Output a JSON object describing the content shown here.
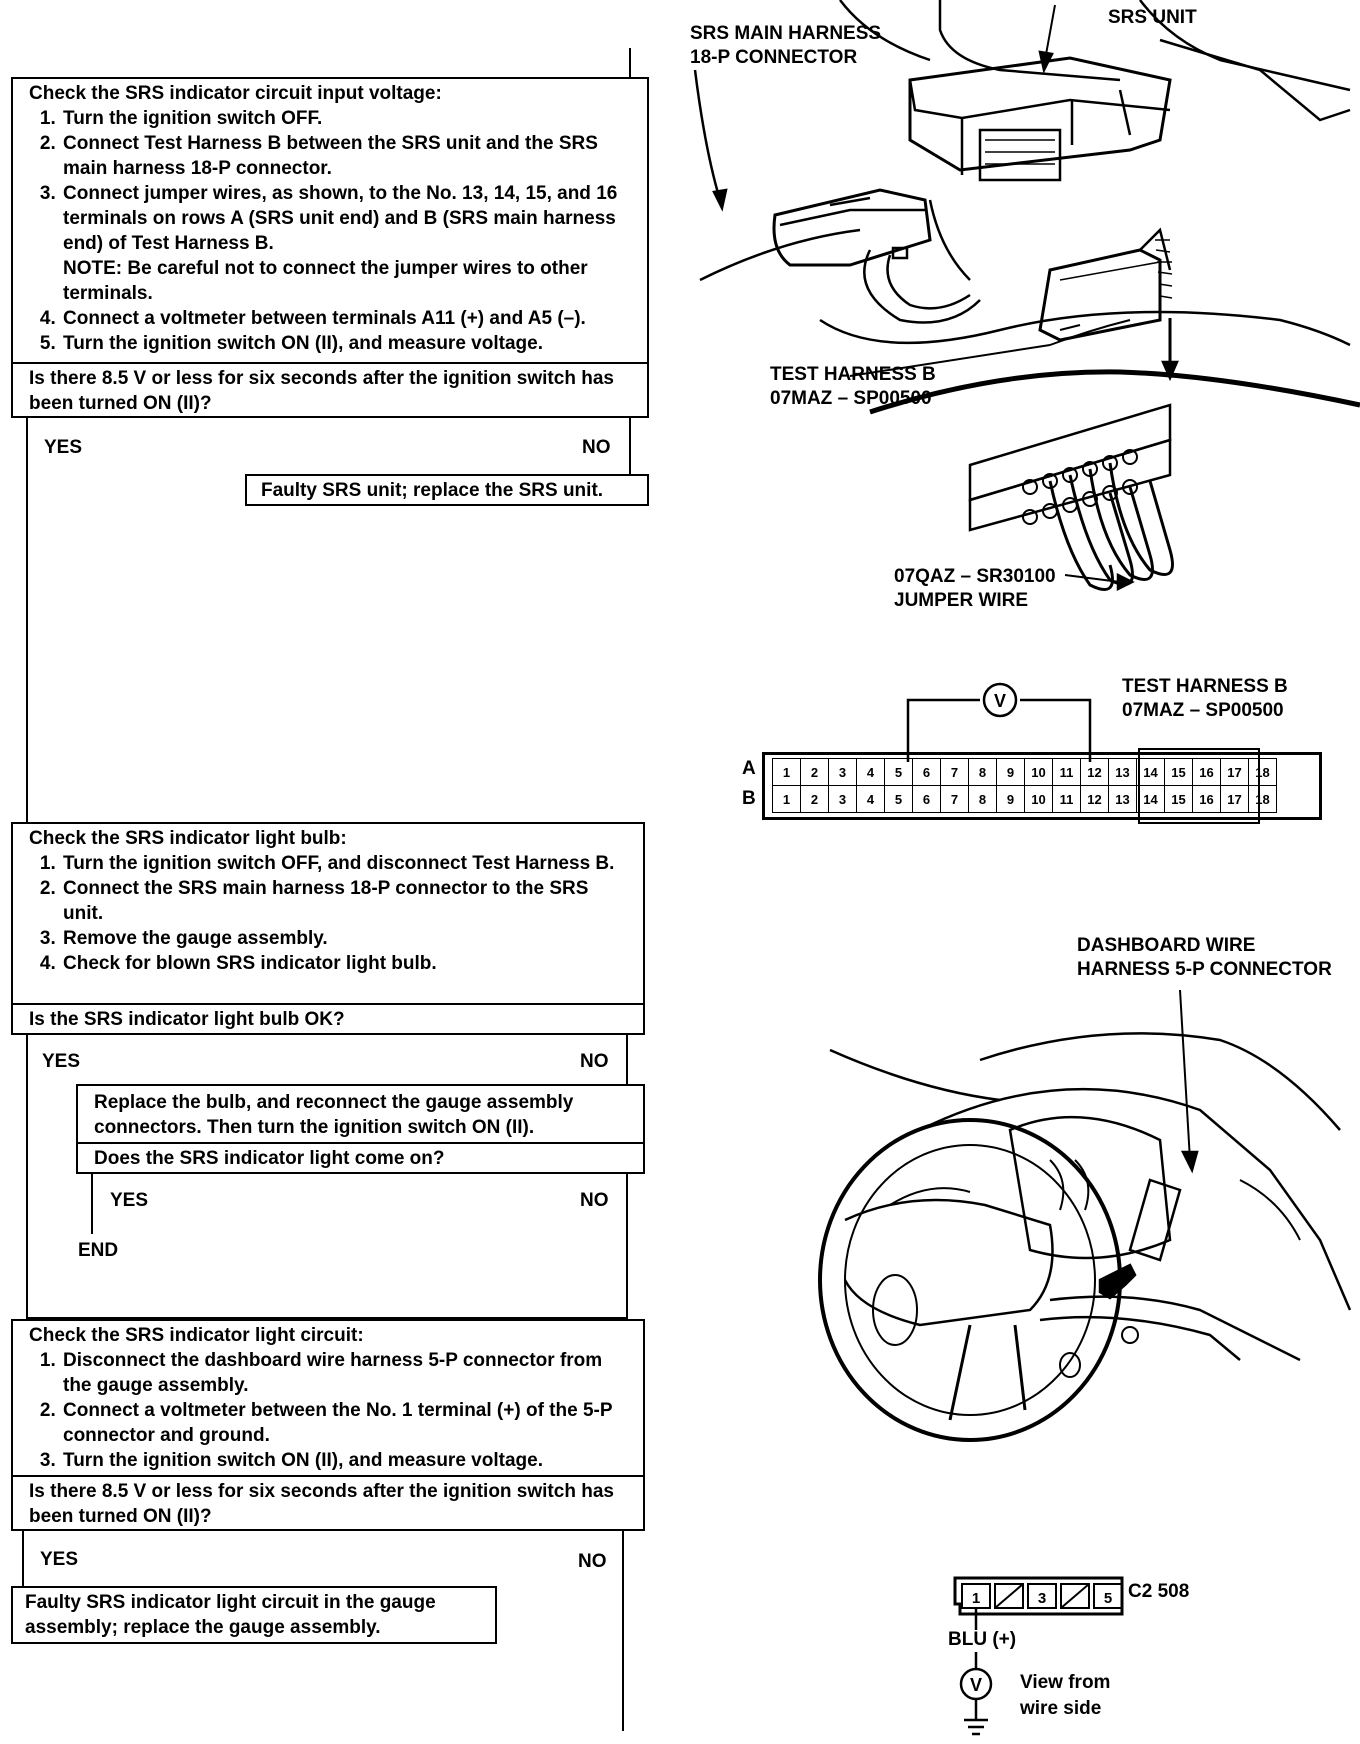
{
  "step1": {
    "title": "Check the SRS indicator circuit input voltage:",
    "items": [
      "Turn the ignition switch OFF.",
      "Connect Test Harness B between the SRS unit and the SRS main harness 18-P connector.",
      "Connect jumper wires, as shown, to the No. 13, 14, 15, and 16 terminals on rows A (SRS unit end) and B (SRS main harness end) of Test Harness B.",
      "Connect a voltmeter between terminals A11 (+) and A5 (–).",
      "Turn the ignition switch ON (II), and measure voltage."
    ],
    "note": "NOTE: Be careful not to connect the jumper wires to other terminals.",
    "question": "Is there 8.5 V or less for six seconds after the ignition switch has been turned ON (II)?",
    "yes": "YES",
    "no": "NO",
    "result_no": "Faulty SRS unit; replace the SRS unit."
  },
  "step2": {
    "title": "Check the SRS indicator light bulb:",
    "items": [
      "Turn the ignition switch OFF, and disconnect Test Harness B.",
      "Connect the SRS main harness 18-P connector to the SRS unit.",
      "Remove the gauge assembly.",
      "Check for blown SRS indicator light bulb."
    ],
    "question": "Is the SRS indicator light bulb OK?",
    "yes": "YES",
    "no": "NO",
    "sub_action": "Replace the bulb, and reconnect the gauge assembly connectors. Then turn the ignition switch ON (II).",
    "sub_question": "Does the SRS indicator light come on?",
    "sub_yes": "YES",
    "sub_no": "NO",
    "end": "END"
  },
  "step3": {
    "title": "Check the SRS indicator light circuit:",
    "items": [
      "Disconnect the dashboard wire harness 5-P connector from the gauge assembly.",
      "Connect a voltmeter between the No. 1 terminal (+) of the 5-P connector and ground.",
      "Turn the ignition switch ON (II), and measure voltage."
    ],
    "question": "Is there 8.5 V or less for six seconds after the ignition switch has been turned ON (II)?",
    "yes": "YES",
    "no": "NO",
    "result_yes": "Faulty SRS indicator light circuit in the gauge assembly; replace the gauge assembly."
  },
  "figure1": {
    "srs_main_harness": "SRS MAIN HARNESS\n18-P CONNECTOR",
    "srs_unit": "SRS UNIT",
    "test_harness": "TEST HARNESS B\n07MAZ – SP00500",
    "jumper": "07QAZ – SR30100\nJUMPER WIRE"
  },
  "figure2": {
    "label": "TEST HARNESS B\n07MAZ – SP00500",
    "row_a": "A",
    "row_b": "B",
    "terminals": [
      "1",
      "2",
      "3",
      "4",
      "5",
      "6",
      "7",
      "8",
      "9",
      "10",
      "11",
      "12",
      "13",
      "14",
      "15",
      "16",
      "17",
      "18"
    ],
    "meter": "V"
  },
  "figure3": {
    "label": "DASHBOARD WIRE\nHARNESS 5-P CONNECTOR"
  },
  "figure4": {
    "connector_id": "C2 508",
    "pins": [
      "1",
      "3",
      "5"
    ],
    "wire": "BLU (+)",
    "meter": "V",
    "note": "View from\nwire side"
  }
}
